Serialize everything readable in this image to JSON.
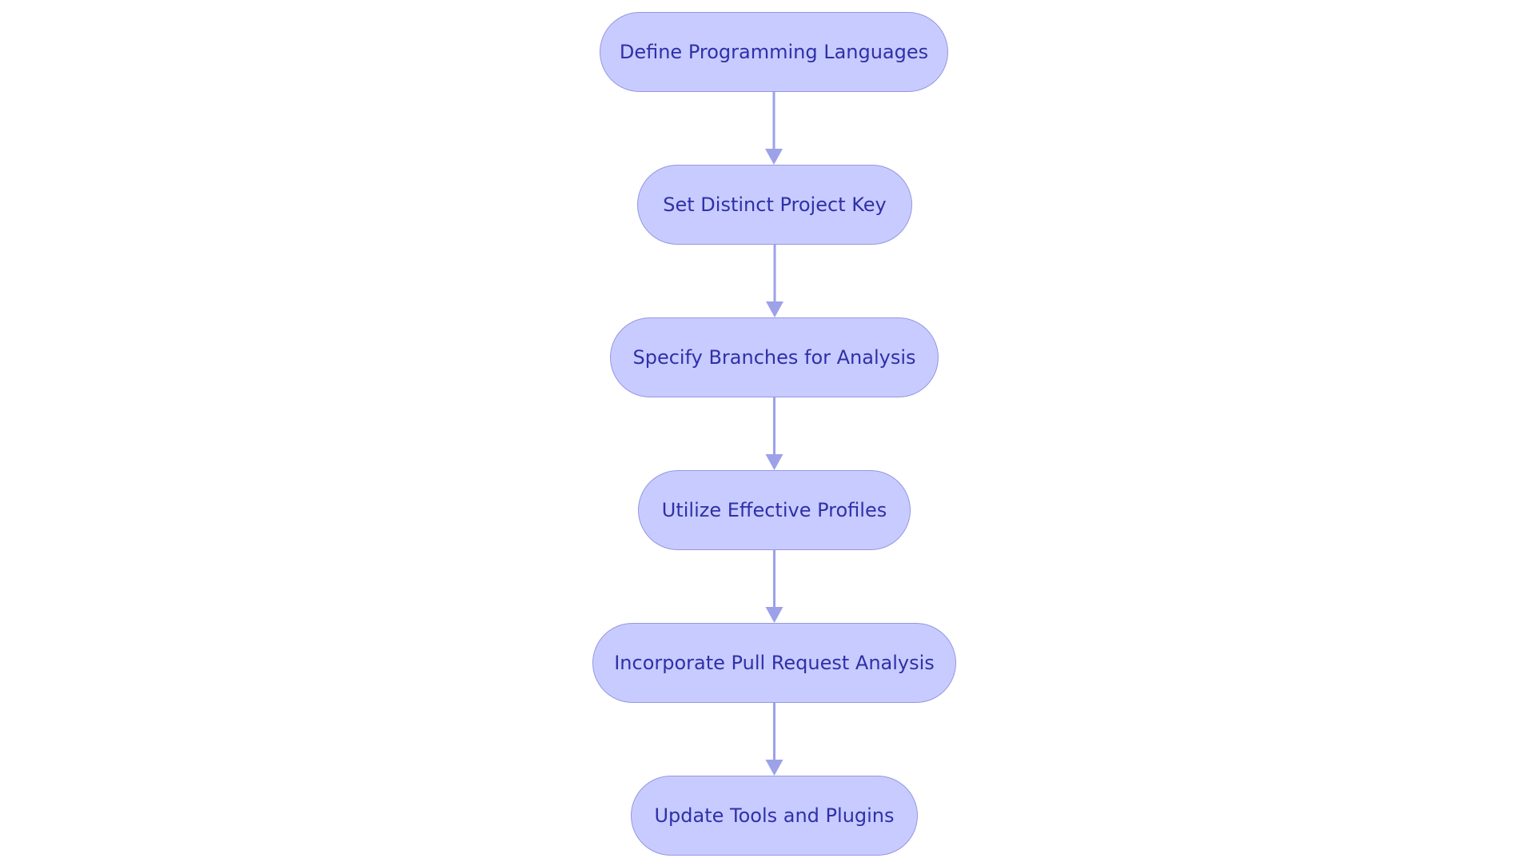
{
  "colors": {
    "node_fill": "#c8cbff",
    "node_border": "#9498e0",
    "text": "#2f30a8",
    "connector": "#9da1e8"
  },
  "flowchart": {
    "steps": [
      {
        "label": "Define Programming Languages"
      },
      {
        "label": "Set Distinct Project Key"
      },
      {
        "label": "Specify Branches for Analysis"
      },
      {
        "label": "Utilize Effective Profiles"
      },
      {
        "label": "Incorporate Pull Request Analysis"
      },
      {
        "label": "Update Tools and Plugins"
      }
    ]
  }
}
